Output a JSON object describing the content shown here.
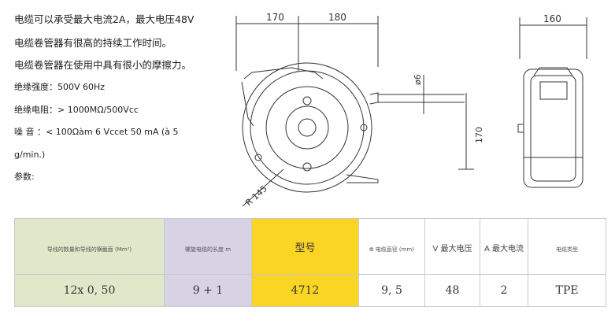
{
  "specs": {
    "line1": "电缆可以承受最大电流2A，最大电压48V",
    "line2": "电缆卷管器有很高的持续工作时间。",
    "line3": "电缆卷管器在使用中具有很小的摩擦力。",
    "line4": "绝缘强度：500V 60Hz",
    "line5": "绝缘电阻：> 1000MΩ/500Vcc",
    "line6": "噪 音 ：< 100Ωàm 6 Vccet 50 mA (à 5",
    "line7": "g/min.)",
    "line8": "参数:"
  },
  "drawing": {
    "dim_170_top": "170",
    "dim_180_top": "180",
    "dim_160_top": "160",
    "dim_phi6": "ø6",
    "dim_170_side": "170",
    "dim_r145": "R 145"
  },
  "table": {
    "headers": {
      "col1": "导线的数量和导线的横截面 (Mm²)",
      "col2": "螺旋电缆的长度 m",
      "col3": "型号",
      "col4": "Φ 电缆直径 (mm)",
      "col5": "V 最大电压",
      "col6": "A 最大电流",
      "col7": "电缆类型"
    },
    "values": {
      "col1": "12x 0, 50",
      "col2": "9   +   1",
      "col3": "4712",
      "col4": "9, 5",
      "col5": "48",
      "col6": "2",
      "col7": "TPE"
    }
  },
  "colors": {
    "green": "#dfe9c9",
    "purple": "#d7d2e4",
    "yellow": "#fbd524"
  }
}
